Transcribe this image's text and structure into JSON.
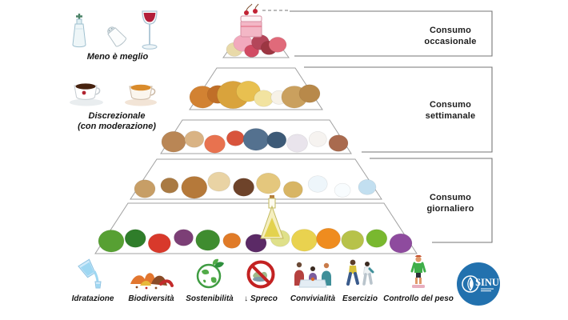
{
  "left_panel": {
    "less_is_better": {
      "label": "Meno è meglio",
      "icons": [
        "sugar-dispenser-icon",
        "salt-shaker-icon",
        "wine-glass-icon"
      ]
    },
    "discretionary": {
      "line1": "Discrezionale",
      "line2": "(con moderazione)",
      "icons": [
        "coffee-cup-icon",
        "tea-cup-icon"
      ]
    }
  },
  "consumption_brackets": {
    "border_color": "#767676",
    "items": [
      {
        "line1": "Consumo",
        "line2": "occasionale"
      },
      {
        "line1": "Consumo",
        "line2": "settimanale"
      },
      {
        "line1": "Consumo",
        "line2": "giornaliero"
      }
    ]
  },
  "pyramid": {
    "outline_color": "#a0a0a0",
    "tiers": [
      {
        "name": "sweets-and-processed-red-meat",
        "icons": [
          "cake-slice-icon",
          "salami-icon",
          "red-meat-icon"
        ],
        "blobs": [
          {
            "c": "#e8d9a8",
            "r": 10
          },
          {
            "c": "#f2a9bd",
            "r": 12
          },
          {
            "c": "#d14b63",
            "r": 9
          },
          {
            "c": "#b4465a",
            "r": 11
          },
          {
            "c": "#9c3642",
            "r": 10
          },
          {
            "c": "#e06a7a",
            "r": 11
          }
        ]
      },
      {
        "name": "poultry-cheese-eggs-potatoes",
        "icons": [
          "roast-chicken-icon",
          "cheese-wheel-icon",
          "cheese-wedge-icon",
          "eggs-icon",
          "potatoes-icon"
        ],
        "blobs": [
          {
            "c": "#d28232",
            "r": 16
          },
          {
            "c": "#c06f28",
            "r": 13
          },
          {
            "c": "#d9a33c",
            "r": 20
          },
          {
            "c": "#e8c050",
            "r": 15
          },
          {
            "c": "#f2e3a0",
            "r": 12
          },
          {
            "c": "#f7f2e8",
            "r": 10
          },
          {
            "c": "#caa05e",
            "r": 16
          },
          {
            "c": "#b8894a",
            "r": 13
          }
        ]
      },
      {
        "name": "legumes-fish-fresh-dairy",
        "icons": [
          "legume-sack-icon",
          "salmon-icon",
          "blue-fish-icon",
          "mozzarella-icon",
          "ham-icon"
        ],
        "blobs": [
          {
            "c": "#b98655",
            "r": 15
          },
          {
            "c": "#d9b384",
            "r": 12
          },
          {
            "c": "#e8724f",
            "r": 13
          },
          {
            "c": "#d8543c",
            "r": 11
          },
          {
            "c": "#54718f",
            "r": 16
          },
          {
            "c": "#3d5a77",
            "r": 12
          },
          {
            "c": "#e9e4ec",
            "r": 13
          },
          {
            "c": "#f6f3f0",
            "r": 11
          },
          {
            "c": "#a96a4e",
            "r": 12
          }
        ]
      },
      {
        "name": "grains-bread-pasta-nuts-milk",
        "icons": [
          "nuts-icon",
          "bread-icon",
          "rice-bowl-icon",
          "pasta-icon",
          "milk-glass-icon",
          "yogurt-icon"
        ],
        "blobs": [
          {
            "c": "#c79e66",
            "r": 13
          },
          {
            "c": "#a97a43",
            "r": 11
          },
          {
            "c": "#b5793a",
            "r": 16
          },
          {
            "c": "#e9d3a4",
            "r": 14
          },
          {
            "c": "#6e432a",
            "r": 13
          },
          {
            "c": "#e4c77d",
            "r": 15
          },
          {
            "c": "#d8b564",
            "r": 12
          },
          {
            "c": "#eef6fb",
            "r": 12
          },
          {
            "c": "#f8fcfe",
            "r": 10
          },
          {
            "c": "#c2dff0",
            "r": 11
          }
        ]
      },
      {
        "name": "vegetables-fruit-olive-oil",
        "icons": [
          "vegetables-icon",
          "olive-oil-cruet-icon",
          "fruit-icon",
          "grapes-icon"
        ],
        "blobs": [
          {
            "c": "#57a033",
            "r": 16
          },
          {
            "c": "#2f7d2a",
            "r": 13
          },
          {
            "c": "#d8392b",
            "r": 14
          },
          {
            "c": "#7c3f76",
            "r": 12
          },
          {
            "c": "#3f8c2f",
            "r": 15
          },
          {
            "c": "#e07b28",
            "r": 11
          },
          {
            "c": "#5b2a66",
            "r": 13
          },
          {
            "c": "#dfe08a",
            "r": 12
          },
          {
            "c": "#e9d24f",
            "r": 16
          },
          {
            "c": "#ef8c1f",
            "r": 15
          },
          {
            "c": "#b7c24a",
            "r": 14
          },
          {
            "c": "#79b82f",
            "r": 13
          },
          {
            "c": "#8e4b9e",
            "r": 14
          }
        ]
      }
    ]
  },
  "footer": {
    "items": [
      {
        "label": "Idratazione",
        "icon": "water-pouring-icon"
      },
      {
        "label": "Biodiversità",
        "icon": "spices-seeds-icon"
      },
      {
        "label": "Sostenibilità",
        "icon": "green-globe-leaves-icon"
      },
      {
        "label": "↓ Spreco",
        "icon": "no-food-waste-icon"
      },
      {
        "label": "Convivialità",
        "icon": "people-at-table-icon"
      },
      {
        "label": "Esercizio",
        "icon": "people-walking-icon"
      },
      {
        "label": "Controllo del peso",
        "icon": "person-on-scale-icon"
      }
    ]
  },
  "logo": {
    "text": "SINU",
    "circle_color": "#2271ae"
  }
}
